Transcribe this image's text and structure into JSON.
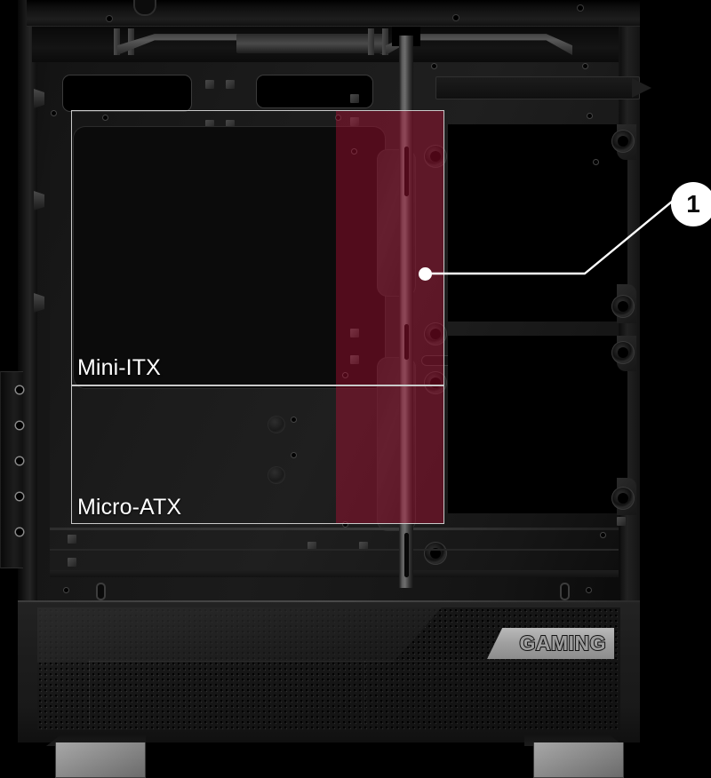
{
  "product": {
    "type": "pc-case-interior-diagram",
    "brand_badge": "GAMING"
  },
  "form_factor_labels": [
    {
      "id": "mini-itx",
      "label": "Mini-ITX",
      "box": "upper"
    },
    {
      "id": "micro-atx",
      "label": "Micro-ATX",
      "box": "lower"
    }
  ],
  "callouts": [
    {
      "id": "callout-1",
      "number": "1",
      "target": "highlighted-vertical-mounting-region"
    }
  ],
  "highlight": {
    "label": "",
    "color": "#be1038",
    "opacity": "0.40"
  },
  "colors": {
    "background": "#000000",
    "chassis_dark": "#1b1b1b",
    "chassis_mid": "#2a2a2a",
    "metal_rail": "#6e6e6e",
    "accent_red": "#be1038",
    "callout_white": "#ffffff",
    "badge_gray": "#9e9e9e",
    "foot_gray": "#8e8e8e",
    "outline_gray": "#c9c9c9"
  }
}
